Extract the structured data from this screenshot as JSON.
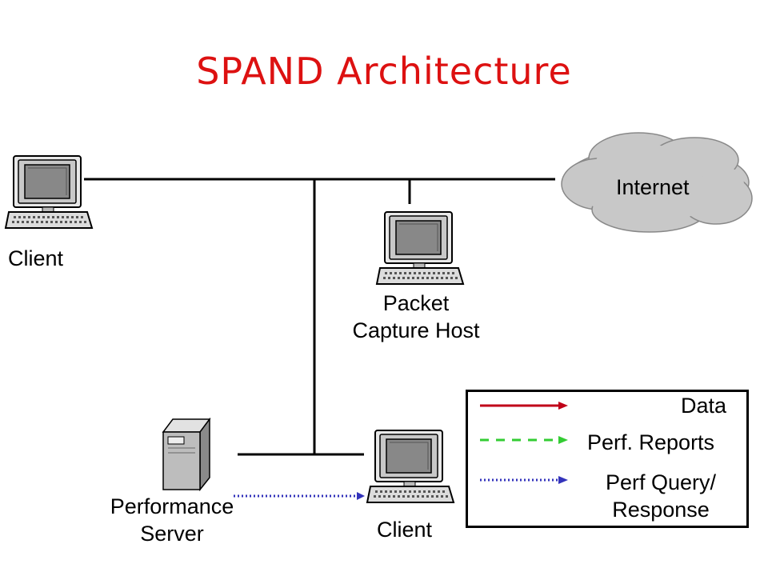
{
  "title": "SPAND Architecture",
  "nodes": {
    "internet": "Internet",
    "client_top": "Client",
    "capture_host": [
      "Packet",
      "Capture Host"
    ],
    "perf_server": [
      "Performance",
      "Server"
    ],
    "client_bottom": "Client"
  },
  "legend": {
    "data": {
      "label": "Data",
      "color": "#c00018"
    },
    "reports": {
      "label": "Perf. Reports",
      "color": "#33cc33"
    },
    "query": {
      "label_line1": "Perf Query/",
      "label_line2": "Response",
      "color": "#3333bb"
    }
  }
}
